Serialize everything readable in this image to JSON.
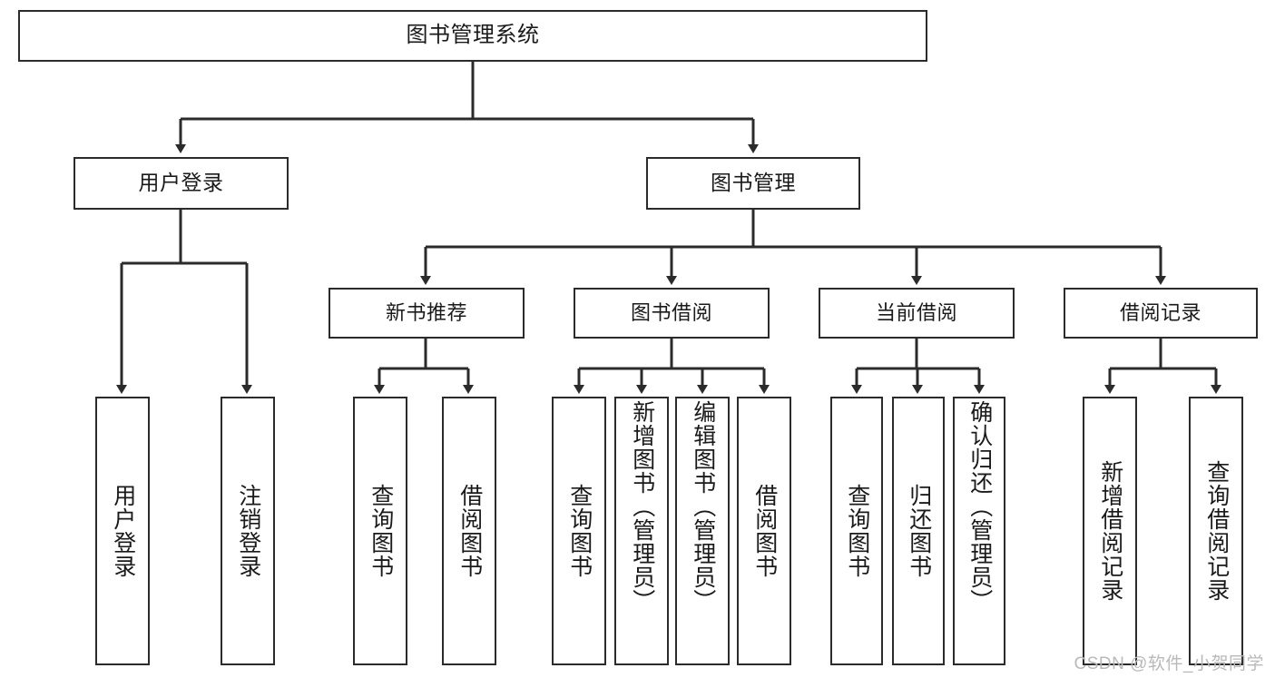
{
  "diagram": {
    "title": "图书管理系统",
    "watermark": "CSDN @软件_小贺同学",
    "line_color": "#2b2b2b",
    "box_border_color": "#2b2b2b",
    "box_fill": "#ffffff",
    "text_color": "#1a1a1a",
    "nodes": {
      "root": {
        "label": "图书管理系统"
      },
      "level1": [
        {
          "id": "user-login",
          "label": "用户登录"
        },
        {
          "id": "book-manage",
          "label": "图书管理"
        }
      ],
      "level2": [
        {
          "id": "new-book-recommend",
          "label": "新书推荐"
        },
        {
          "id": "book-borrow",
          "label": "图书借阅"
        },
        {
          "id": "current-borrow",
          "label": "当前借阅"
        },
        {
          "id": "borrow-record",
          "label": "借阅记录"
        }
      ],
      "leaves": {
        "user_login": [
          {
            "id": "leaf-user-login",
            "label": "用户登录"
          },
          {
            "id": "leaf-logout-login",
            "label": "注销登录"
          }
        ],
        "new_book_recommend": [
          {
            "id": "leaf-query-book-1",
            "label": "查询图书"
          },
          {
            "id": "leaf-borrow-book-1",
            "label": "借阅图书"
          }
        ],
        "book_borrow": [
          {
            "id": "leaf-query-book-2",
            "label": "查询图书"
          },
          {
            "id": "leaf-add-book",
            "label": "新增图书（管理员）"
          },
          {
            "id": "leaf-edit-book",
            "label": "编辑图书（管理员）"
          },
          {
            "id": "leaf-borrow-book-2",
            "label": "借阅图书"
          }
        ],
        "current_borrow": [
          {
            "id": "leaf-query-book-3",
            "label": "查询图书"
          },
          {
            "id": "leaf-return-book",
            "label": "归还图书"
          },
          {
            "id": "leaf-confirm-return",
            "label": "确认归还（管理员）"
          }
        ],
        "borrow_record": [
          {
            "id": "leaf-add-record",
            "label": "新增借阅记录"
          },
          {
            "id": "leaf-query-record",
            "label": "查询借阅记录"
          }
        ]
      }
    }
  }
}
